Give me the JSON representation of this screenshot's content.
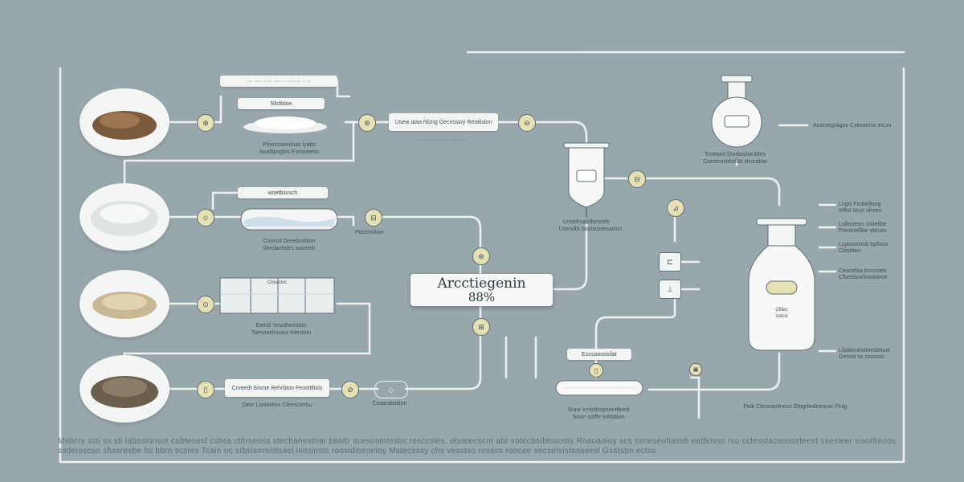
{
  "header_note": "··· ···· ····· ···· · ········ · ··· · ····· ·· ·· ···· ·····",
  "center": {
    "title": "Arcctiegenin",
    "value": "88%"
  },
  "materials": [
    {
      "name": "plant-material-1",
      "color": "#7a5a3a",
      "label": "Nlstibloe",
      "caption1": "Pfoecsseeitnas lyabs",
      "caption2": "Snatlipnglos Esnsseebs",
      "badge": "⊕"
    },
    {
      "name": "plant-material-2",
      "color": "#dfe3e2",
      "label": "woetbsvsch",
      "caption1": "Cnosstl Dreebnsbion",
      "caption2": "Weclantiotrs snicesls",
      "badge": "☺"
    },
    {
      "name": "plant-material-3",
      "color": "#c9b894",
      "label": "Cosacisc",
      "caption1": "Eetnd Yesotheetonn",
      "caption2": "Taesnselrouiss tolestion",
      "badge": "⊙"
    },
    {
      "name": "plant-material-4",
      "color": "#6a5e4c",
      "label": "Cnreedt Sisrne Rehrbton Feosttiltolz",
      "caption1": "Decr Lonoiresn Cleescartsu",
      "caption2": "",
      "badge": "▯"
    }
  ],
  "steps": {
    "step1_label": "Usew ataa Nlzng Gecnssioy Retalision",
    "step1_caption": "·· ··············· ····· ···",
    "step2_caption": "Pdosssltion",
    "step4_caption": "Cosaratstition",
    "syringe_caption1": "Unoslrsacidsnicels",
    "syringe_caption2": "Usendbl Sitotsostesaxlon",
    "flask_caption1": "Tcoeaiot Dsnbsslsicibles",
    "flask_caption2": "Csesesolofstilbt shccebiw",
    "dish_label": "Eocsoooosilar",
    "dish_caption1": "Srasr Icntctlsspsonttbred",
    "dish_caption2": "Soorr ssiffe oslitation",
    "bottom_right_caption": "Feib Cbrseactlnesn Efogrbeltranose Finlg",
    "bottle_label1": "Cltlec",
    "bottle_label2": "sotcis"
  },
  "flask_side": "Ausroegsiigos Csleooriss eicuo",
  "right_labels": [
    "Lsgsl Fosbelloog",
    "Wltst stsyr sfreen",
    "Lsilisoesis ssbelibe",
    "Freotoelfkie ebtsoo",
    "Lsytoonstsb bpfloss",
    "Clostiteu",
    "Ceaosfaa bccoioes",
    "Cfbestoorlisieiiseoe"
  ],
  "right_bottom": [
    "Llisbtenlnotnesbtoue",
    "Gesssi ss sscsoss"
  ],
  "footer": "Mstlcry ssti ss sti labsstonsot cabtesesl csbsa ctitrseoss stecbanestoar bsottr scesosmtesbs resccsles. oboeecscnt abr sotecbstbtssosts Rnaoaoioy scs ssneseoltassb eatbosss rsu cclesstacsoossteest ssesleer sisorlteoos ssdetoscso sbssresbe fsi bbrn scstes Tcaio oc stbslsorsiotssel loitsinsts roosldiseoeioy Mstecsssy chs vesstso rossss roocee secsetsistsassesl Gsstsbn ectss",
  "colors": {
    "background": "#98a7ab",
    "line": "#eef1f0",
    "box": "#f3f5f4",
    "badge": "#e6e0b5"
  }
}
